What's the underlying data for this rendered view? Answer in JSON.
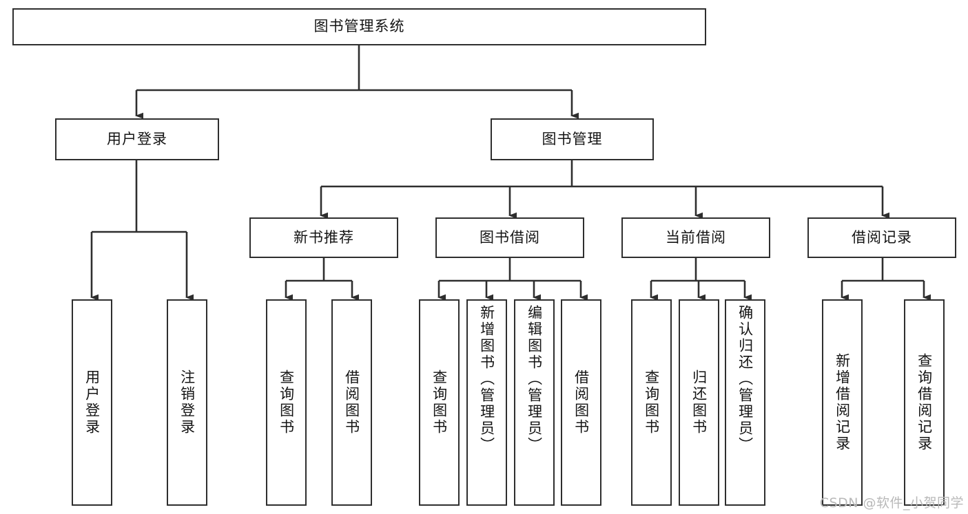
{
  "diagram": {
    "type": "tree-hierarchy",
    "title": "图书管理系统",
    "orientation": "top-down",
    "colors": {
      "box_border": "#2e2e2e",
      "box_fill": "#ffffff",
      "connector": "#2e2e2e",
      "text": "#141414",
      "watermark": "#b9b9b9"
    }
  },
  "root": {
    "label": "图书管理系统"
  },
  "level2": [
    {
      "label": "用户登录"
    },
    {
      "label": "图书管理"
    }
  ],
  "level3": [
    {
      "label": "新书推荐"
    },
    {
      "label": "图书借阅"
    },
    {
      "label": "当前借阅"
    },
    {
      "label": "借阅记录"
    }
  ],
  "leaves": {
    "user_login": [
      {
        "label": "用户登录"
      },
      {
        "label": "注销登录"
      }
    ],
    "new_book_recommend": [
      {
        "label": "查询图书"
      },
      {
        "label": "借阅图书"
      }
    ],
    "book_borrow": [
      {
        "label": "查询图书"
      },
      {
        "label": "新增图书（管理员）"
      },
      {
        "label": "编辑图书（管理员）"
      },
      {
        "label": "借阅图书"
      }
    ],
    "current_borrow": [
      {
        "label": "查询图书"
      },
      {
        "label": "归还图书"
      },
      {
        "label": "确认归还（管理员）"
      }
    ],
    "borrow_record": [
      {
        "label": "新增借阅记录"
      },
      {
        "label": "查询借阅记录"
      }
    ]
  },
  "watermark": {
    "text": "CSDN @软件_小贺同学"
  }
}
